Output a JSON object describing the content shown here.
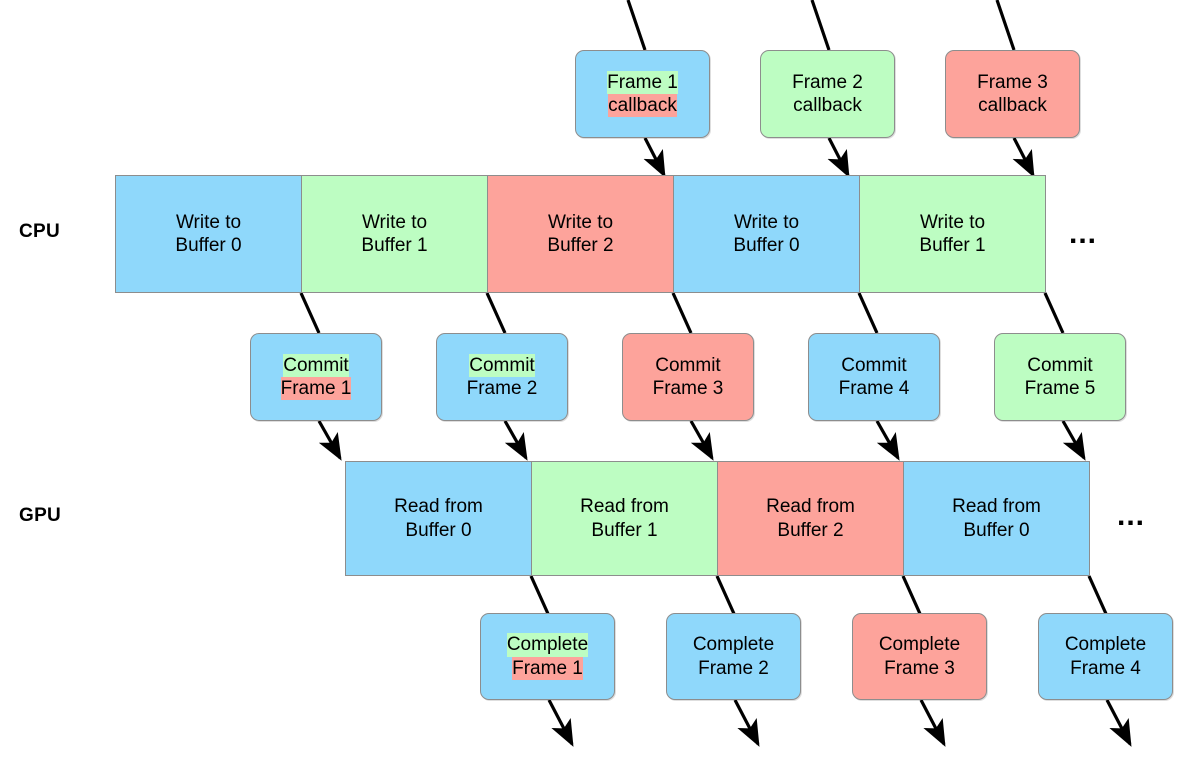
{
  "diagram": {
    "title": "CPU/GPU triple-buffered frame pipeline",
    "colors": {
      "blue": "#8fd8fb",
      "green": "#bdfdc2",
      "red": "#fda39b",
      "stroke": "#8d8d8d",
      "text": "#000000",
      "background": "#ffffff"
    },
    "continuation_marker": "..."
  },
  "lanes": {
    "cpu_label": "CPU",
    "gpu_label": "GPU"
  },
  "callbacks": [
    {
      "line1": "Frame 1",
      "line2": "callback",
      "color": "blue"
    },
    {
      "line1": "Frame 2",
      "line2": "callback",
      "color": "green"
    },
    {
      "line1": "Frame 3",
      "line2": "callback",
      "color": "red"
    }
  ],
  "cpu_cells": [
    {
      "line1": "Write to",
      "line2": "Buffer 0",
      "color": "blue"
    },
    {
      "line1": "Write to",
      "line2": "Buffer 1",
      "color": "green"
    },
    {
      "line1": "Write to",
      "line2": "Buffer 2",
      "color": "red"
    },
    {
      "line1": "Write to",
      "line2": "Buffer 0",
      "color": "blue"
    },
    {
      "line1": "Write to",
      "line2": "Buffer 1",
      "color": "green"
    }
  ],
  "cpu_continuation": "...",
  "commits": [
    {
      "line1": "Commit",
      "line2": "Frame 1",
      "color": "blue"
    },
    {
      "line1": "Commit",
      "line2": "Frame 2",
      "color": "green"
    },
    {
      "line1": "Commit",
      "line2": "Frame 3",
      "color": "red"
    },
    {
      "line1": "Commit",
      "line2": "Frame 4",
      "color": "blue"
    },
    {
      "line1": "Commit",
      "line2": "Frame 5",
      "color": "green"
    }
  ],
  "gpu_cells": [
    {
      "line1": "Read from",
      "line2": "Buffer 0",
      "color": "blue"
    },
    {
      "line1": "Read from",
      "line2": "Buffer 1",
      "color": "green"
    },
    {
      "line1": "Read from",
      "line2": "Buffer 2",
      "color": "red"
    },
    {
      "line1": "Read from",
      "line2": "Buffer 0",
      "color": "blue"
    }
  ],
  "gpu_continuation": "...",
  "completes": [
    {
      "line1": "Complete",
      "line2": "Frame 1",
      "color": "blue"
    },
    {
      "line1": "Complete",
      "line2": "Frame 2",
      "color": "green"
    },
    {
      "line1": "Complete",
      "line2": "Frame 3",
      "color": "red"
    },
    {
      "line1": "Complete",
      "line2": "Frame 4",
      "color": "blue"
    }
  ]
}
